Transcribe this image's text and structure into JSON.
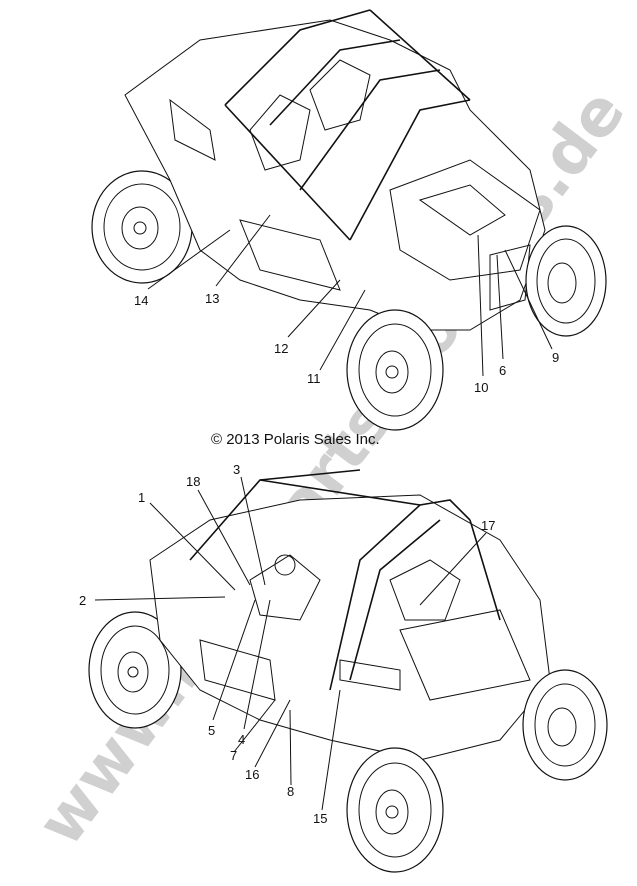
{
  "watermark": "www.bikeparts-polaris.de",
  "copyright": "© 2013 Polaris Sales Inc.",
  "top_callouts": [
    "14",
    "13",
    "12",
    "11",
    "10",
    "6",
    "9"
  ],
  "bottom_callouts": [
    "1",
    "18",
    "3",
    "2",
    "17",
    "5",
    "4",
    "7",
    "16",
    "8",
    "15"
  ]
}
